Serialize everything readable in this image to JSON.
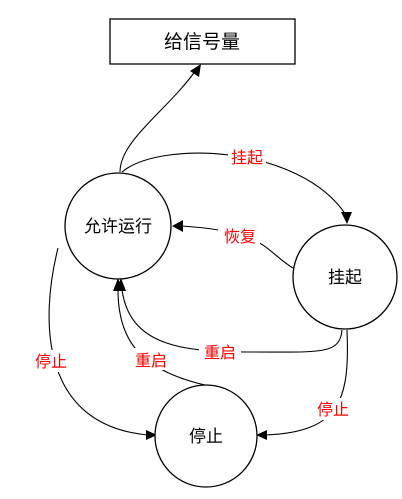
{
  "nodes": {
    "signal": {
      "label": "给信号量"
    },
    "allow_run": {
      "label": "允许运行"
    },
    "suspend": {
      "label": "挂起"
    },
    "stop": {
      "label": "停止"
    }
  },
  "edges": {
    "allow_to_suspend": {
      "label": "挂起"
    },
    "suspend_to_allow": {
      "label": "恢复"
    },
    "allow_to_stop": {
      "label": "停止"
    },
    "stop_to_allow": {
      "label": "重启"
    },
    "suspend_to_allow_restart": {
      "label": "重启"
    },
    "suspend_to_stop": {
      "label": "停止"
    },
    "allow_to_signal": {
      "label": ""
    }
  },
  "colors": {
    "edge_label": "#ff0000",
    "line": "#000000"
  }
}
